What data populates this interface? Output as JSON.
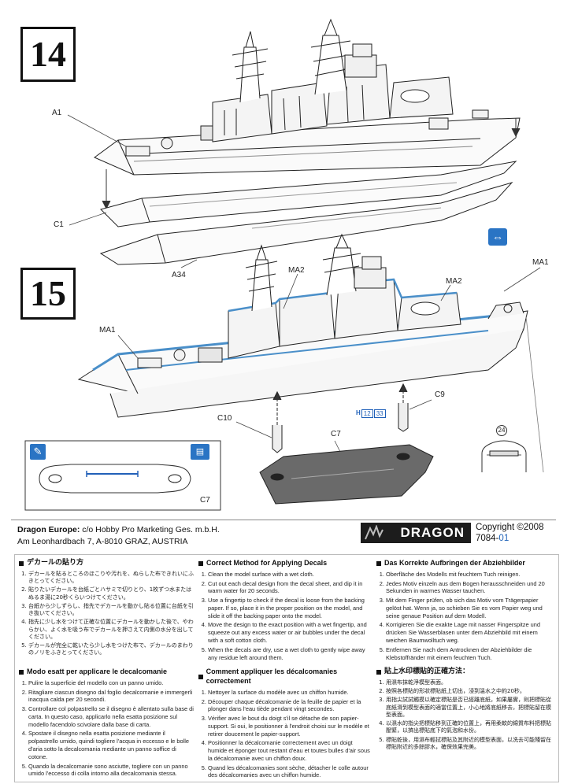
{
  "steps": [
    {
      "number": "14",
      "callouts": {
        "a1": "A1",
        "c1": "C1",
        "a34": "A34"
      }
    },
    {
      "number": "15",
      "callouts": {
        "ma2_left": "MA2",
        "ma2_right": "MA2",
        "ma1_right": "MA1",
        "ma1_left": "MA1",
        "c9": "C9",
        "c10": "C10",
        "c7": "C7",
        "c7_inset": "C7",
        "decal_24": "24"
      }
    }
  ],
  "decal_ref": {
    "prefix": "H",
    "a": "12",
    "b": "33"
  },
  "footer": {
    "company_line1_bold": "Dragon Europe:",
    "company_line1_rest": " c/o Hobby Pro Marketing Ges. m.b.H.",
    "company_line2": "Am Leonhardbach 7, A-8010 GRAZ, AUSTRIA",
    "brand": "DRAGON",
    "copyright": "Copyright ©2008",
    "code_main": "7084-",
    "code_suffix": "01"
  },
  "instructions": {
    "jp": {
      "title": "デカールの貼り方",
      "items": [
        "デカールを貼るところのほこりや汚れを、ぬらした布できれいにふきとってください。",
        "貼りたいデカールを台紙ごとハサミで切りとり、1枚ずつ水またはぬるま湯に20秒くらいつけてください。",
        "台紙から少しずらし、指先でデカールを動かし貼る位置に台紙を引き抜いてください。",
        "指先に少し水をつけて正確な位置にデカールを動かした後で、やわらかい、よく水を吸う布でデカールを押さえて内側の水分を出してください。",
        "デカールが完全に乾いたら少し水をつけた布で、デカールのまわりのノリをふきとってください。"
      ]
    },
    "en": {
      "title": "Correct Method for Applying Decals",
      "items": [
        "Clean the model surface with a wet cloth.",
        "Cut out each decal design from the decal sheet, and dip it in warm water for 20 seconds.",
        "Use a fingertip to check if the decal is loose from the backing paper. If so, place it in the proper position on the model, and slide it off the backing paper onto the model.",
        "Move the design to the exact position with a wet fingertip, and squeeze out any excess water or air bubbles under the decal with a soft cotton cloth.",
        "When the decals are dry, use a wet cloth to gently wipe away any residue left around them."
      ]
    },
    "de": {
      "title": "Das Korrekte Aufbringen der Abziehbilder",
      "items": [
        "Oberfläche des Modells mit feuchtem Tuch reinigen.",
        "Jedes Motiv einzeln aus dem Bogen herausschneiden und 20 Sekunden in warmes Wasser tauchen.",
        "Mit dem Finger prüfen, ob sich das Motiv vom Trägerpapier gelöst hat. Wenn ja, so schieben Sie es vom Papier weg und seine genaue Position auf dem Modell.",
        "Korrigieren Sie die exakte Lage mit nasser Fingerspitze und drücken Sie Wasserblasen unter dem Abziehbild mit einem weichen Baumwolltuch weg.",
        "Entfernen Sie nach dem Antrocknen der Abziehbilder die Klebstoffränder mit einem feuchten Tuch."
      ]
    },
    "it": {
      "title": "Modo esatt per applicare le decalcomanie",
      "items": [
        "Pulire la superficie del modello con un panno umido.",
        "Ritagliare ciascun disegno dal foglio decalcomanie e immergerli inacqua calda per 20 secondi.",
        "Controllare col polpastrello se il disegno è allentato sulla base di carta. In questo caso, applicarlo nella esatta posizione sul modello facendolo scivolare dalla base di carta.",
        "Spostare il disegno nella esatta posizione mediante il polpastrello umido, quindi togliere l'acqua in eccesso e le bolle d'aria sotto la decalcomania mediante un panno soffice di cotone.",
        "Quando la decalcomanie sono asciutte, togliere con un panno umido l'eccesso di colla intorno alla decalcomania stessa."
      ]
    },
    "fr": {
      "title": "Comment appliquer les décalcomanies correctement",
      "items": [
        "Nettoyer la surface du modèle avec un chiffon humide.",
        "Découper chaque décalcomanie de la feuille de papier et la plonger dans l'eau tiède pendant vingt secondes.",
        "Vérifier avec le bout du doigt s'il se détache de son papier-support. Si oui, le positionner à l'endroit choisi sur le modèle et retirer doucement le papier-support.",
        "Positionner la décalcomanie correctement avec un doigt humide et éponger tout restant d'eau et toutes bulles d'air sous la décalcomanie avec un chiffon doux.",
        "Quand les décalcomanies sont sèche, détacher le colle autour des décalcomanies avec un chiffon humide."
      ]
    },
    "zh": {
      "title": "貼上水印標貼的正確方法：",
      "items": [
        "用濕布抹乾淨模型表面。",
        "按照各標貼的形狀標貼紙上切出，浸到溫水之中約20秒。",
        "用指尖試試觸摸以確定標貼是否已經離底紙，如果屬實，則把標貼從底紙滑到模型表面的適當位置上，小心地將底紙移去，把標貼留在模型表面。",
        "以濕水的指尖把標貼移到正確的位置上，再用柔軟的綿質布料把標貼壓緊，以擠出標貼底下的氣泡和水份。",
        "標貼乾後，用濕布輕拭標貼及其附近的模型表面，以洗去可能殘留在標貼附近的多餘膠水，確保效果完美。"
      ]
    }
  }
}
